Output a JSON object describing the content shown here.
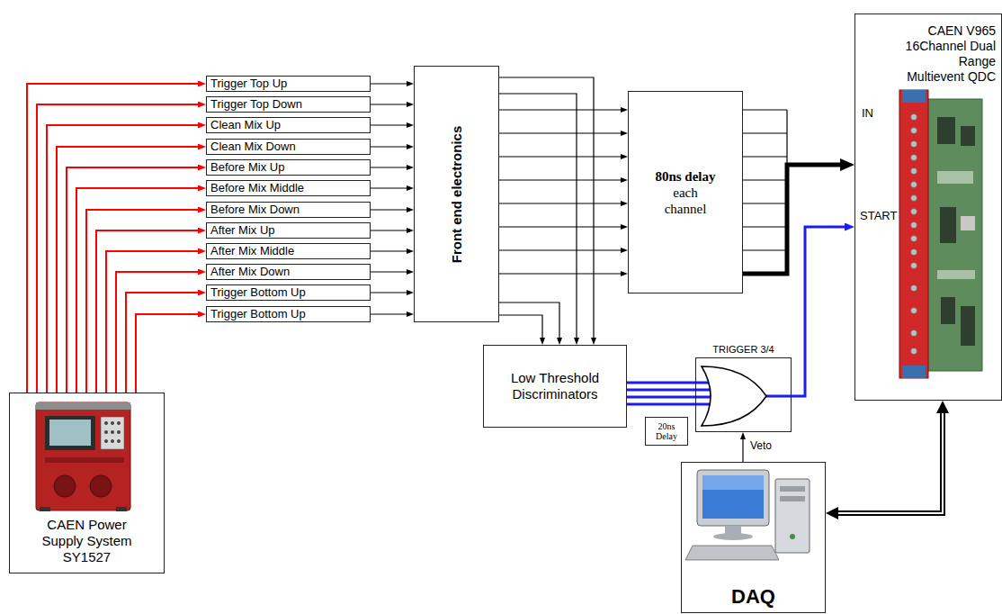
{
  "diagram": {
    "nodes": [
      {
        "text": [
          "Trigger Top Up"
        ]
      },
      {
        "text": [
          "Trigger Top Down"
        ]
      },
      {
        "text": [
          "Clean Mix Up"
        ]
      },
      {
        "text": [
          "Clean Mix Down"
        ]
      },
      {
        "text": [
          "Before Mix Up"
        ]
      },
      {
        "text": [
          "Before Mix Middle"
        ]
      },
      {
        "text": [
          "Before Mix Down"
        ]
      },
      {
        "text": [
          "After Mix Up"
        ]
      },
      {
        "text": [
          "After Mix Middle"
        ]
      },
      {
        "text": [
          "After Mix Down"
        ]
      },
      {
        "text": [
          "Trigger Bottom Up"
        ]
      },
      {
        "text": [
          "Trigger Bottom Up"
        ]
      },
      {
        "text": [
          "Front end electronics"
        ]
      },
      {
        "text": [
          "80ns delay",
          "each channel"
        ]
      },
      {
        "text": [
          "CAEN V965 16Channel Dual Range Multievent QDC"
        ]
      },
      {
        "text": [
          "Low Threshold Discriminators"
        ]
      },
      {
        "text": [
          "TRIGGER 3/4"
        ]
      },
      {
        "text": [
          "20ns Delay"
        ]
      },
      {
        "text": [
          "DAQ"
        ]
      },
      {
        "text": [
          "CAEN Power Supply System SY1527"
        ]
      }
    ],
    "edges": [
      {
        "from": 19,
        "to": 0,
        "arrow": "to"
      },
      {
        "from": 19,
        "to": 1,
        "arrow": "to"
      },
      {
        "from": 19,
        "to": 2,
        "arrow": "to"
      },
      {
        "from": 19,
        "to": 3,
        "arrow": "to"
      },
      {
        "from": 19,
        "to": 4,
        "arrow": "to"
      },
      {
        "from": 19,
        "to": 5,
        "arrow": "to"
      },
      {
        "from": 19,
        "to": 6,
        "arrow": "to"
      },
      {
        "from": 19,
        "to": 7,
        "arrow": "to"
      },
      {
        "from": 19,
        "to": 8,
        "arrow": "to"
      },
      {
        "from": 19,
        "to": 9,
        "arrow": "to"
      },
      {
        "from": 19,
        "to": 10,
        "arrow": "to"
      },
      {
        "from": 19,
        "to": 11,
        "arrow": "to"
      },
      {
        "from": 0,
        "to": 12,
        "arrow": "to"
      },
      {
        "from": 1,
        "to": 12,
        "arrow": "to"
      },
      {
        "from": 2,
        "to": 12,
        "arrow": "to"
      },
      {
        "from": 3,
        "to": 12,
        "arrow": "to"
      },
      {
        "from": 4,
        "to": 12,
        "arrow": "to"
      },
      {
        "from": 5,
        "to": 12,
        "arrow": "to"
      },
      {
        "from": 6,
        "to": 12,
        "arrow": "to"
      },
      {
        "from": 7,
        "to": 12,
        "arrow": "to"
      },
      {
        "from": 8,
        "to": 12,
        "arrow": "to"
      },
      {
        "from": 9,
        "to": 12,
        "arrow": "to"
      },
      {
        "from": 10,
        "to": 12,
        "arrow": "to"
      },
      {
        "from": 11,
        "to": 12,
        "arrow": "to"
      },
      {
        "from": 12,
        "to": 13,
        "arrow": "to"
      },
      {
        "from": 12,
        "to": 13,
        "arrow": "to"
      },
      {
        "from": 12,
        "to": 13,
        "arrow": "to"
      },
      {
        "from": 12,
        "to": 13,
        "arrow": "to"
      },
      {
        "from": 12,
        "to": 13,
        "arrow": "to"
      },
      {
        "from": 12,
        "to": 13,
        "arrow": "to"
      },
      {
        "from": 12,
        "to": 13,
        "arrow": "to"
      },
      {
        "from": 12,
        "to": 13,
        "arrow": "to"
      },
      {
        "from": 12,
        "to": 15,
        "arrow": "to"
      },
      {
        "from": 12,
        "to": 15,
        "arrow": "to"
      },
      {
        "from": 12,
        "to": 15,
        "arrow": "to"
      },
      {
        "from": 12,
        "to": 15,
        "arrow": "to"
      },
      {
        "from": 13,
        "to": 14,
        "arrow": "to"
      },
      {
        "from": 15,
        "to": 16,
        "arrow": "none"
      },
      {
        "from": 15,
        "to": 16,
        "arrow": "none"
      },
      {
        "from": 15,
        "to": 16,
        "arrow": "none"
      },
      {
        "from": 15,
        "to": 16,
        "arrow": "none"
      },
      {
        "from": 16,
        "to": 14,
        "arrow": "to"
      },
      {
        "from": 18,
        "to": 16,
        "arrow": "to",
        "label": "Veto"
      },
      {
        "from": 14,
        "to": 18,
        "arrow": "both"
      }
    ],
    "labels": [
      "IN",
      "START"
    ]
  }
}
